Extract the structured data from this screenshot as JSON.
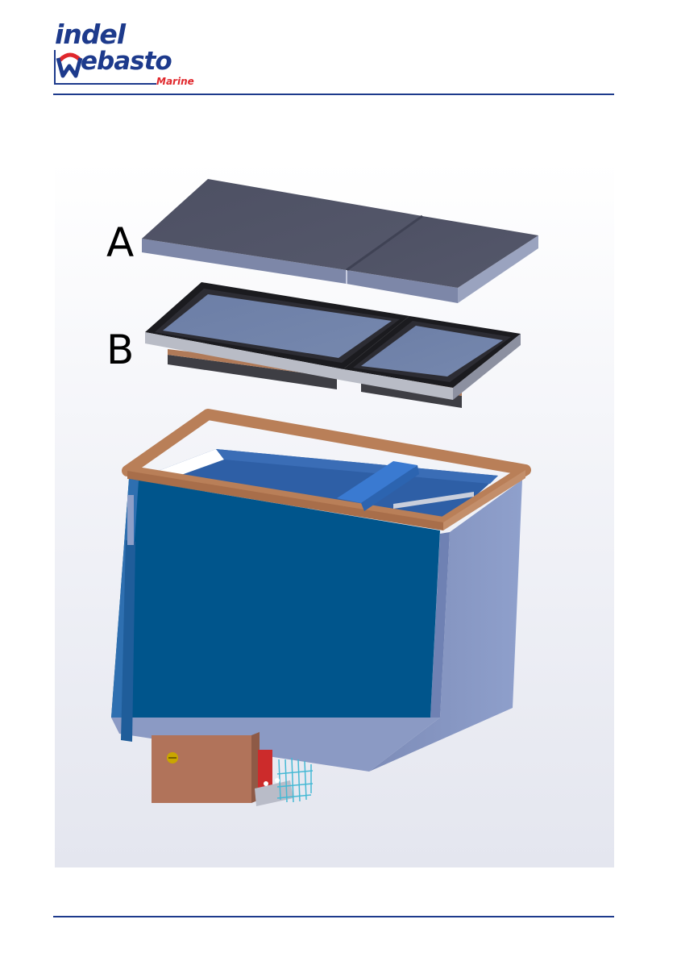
{
  "brand": {
    "word_indel": "indel",
    "word_webasto": "ebasto",
    "word_marine": "Marine",
    "primary_color": "#1d3a8c",
    "accent_color": "#e0272c"
  },
  "figure": {
    "label_lid": "A",
    "label_inner_lid": "B"
  }
}
